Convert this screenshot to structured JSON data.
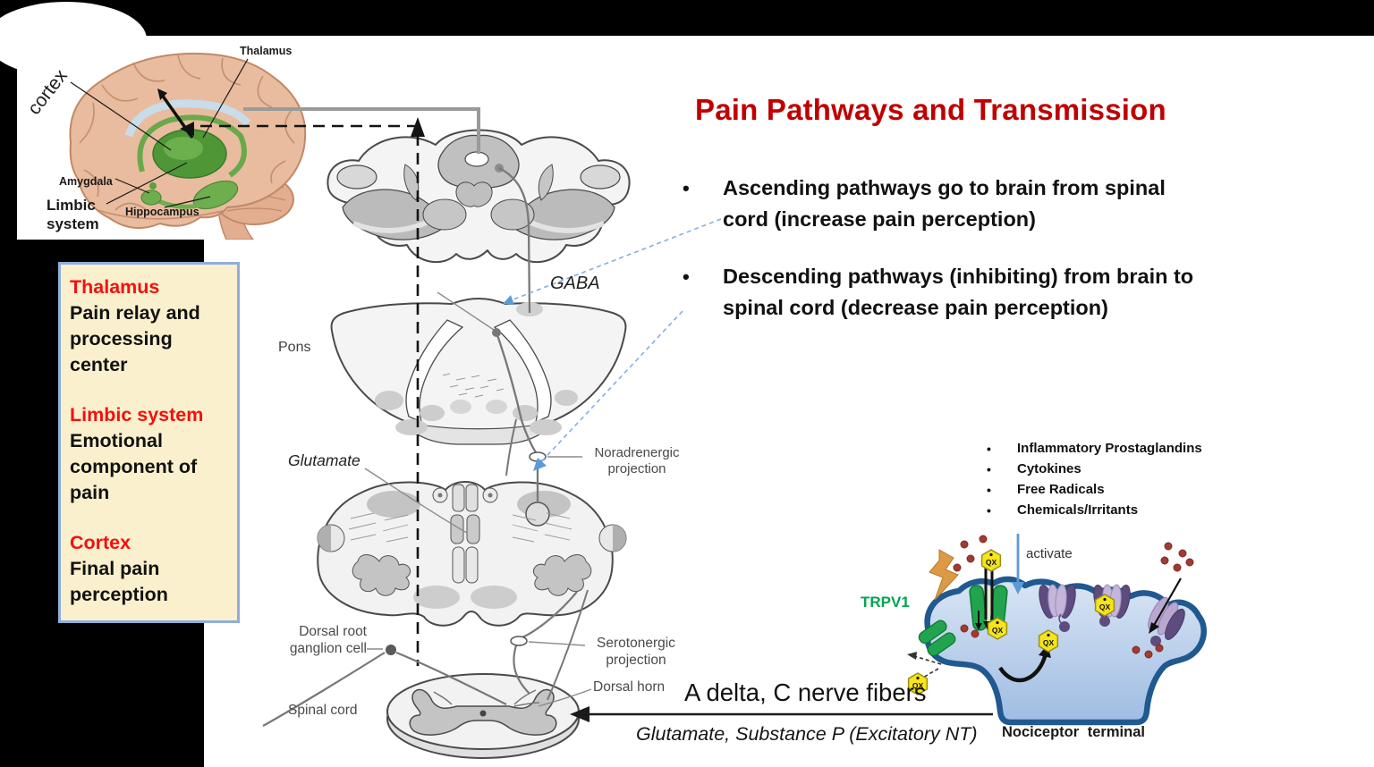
{
  "slide": {
    "title": "Pain Pathways and Transmission",
    "bullets": [
      "Ascending pathways go to brain from spinal cord (increase pain perception)",
      "Descending pathways (inhibiting) from brain to spinal cord (decrease pain perception)"
    ]
  },
  "info_box": {
    "items": [
      {
        "heading": "Thalamus",
        "body": "Pain relay and processing center"
      },
      {
        "heading": "Limbic system",
        "body": "Emotional component of pain"
      },
      {
        "heading": "Cortex",
        "body": "Final pain perception"
      }
    ]
  },
  "brain": {
    "labels": {
      "cortex": "cortex",
      "thalamus": "Thalamus",
      "amygdala": "Amygdala",
      "limbic_system": "Limbic system",
      "hippocampus": "Hippocampus"
    }
  },
  "brainstem": {
    "labels": {
      "pons": "Pons",
      "gaba": "GABA",
      "glutamate": "Glutamate",
      "noradrenergic": "Noradrenergic projection",
      "serotonergic": "Serotonergic projection",
      "dorsal_root": "Dorsal root ganglion cell",
      "dorsal_horn": "Dorsal horn",
      "spinal_cord": "Spinal cord"
    }
  },
  "nociceptor": {
    "mediators": [
      "Inflammatory Prostaglandins",
      "Cytokines",
      "Free Radicals",
      "Chemicals/Irritants"
    ],
    "activate_label": "activate",
    "receptor_label": "TRPV1",
    "terminal_label": "Nociceptor terminal",
    "ligand_label": "QX"
  },
  "bottom": {
    "fibers_label": "A delta, C nerve fibers",
    "neurotransmitters_label": "Glutamate, Substance P (Excitatory NT)"
  },
  "colors": {
    "title_red": "#C00000",
    "heading_red": "#F50F0F",
    "info_box_bg": "#FBF0CD",
    "info_box_border": "#8FAEDC",
    "trpv1_green": "#00A651",
    "activate_arrow_blue": "#5B9BD5",
    "membrane_blue": "#20598F",
    "pathway_dashed_blue": "#85AEE0"
  }
}
